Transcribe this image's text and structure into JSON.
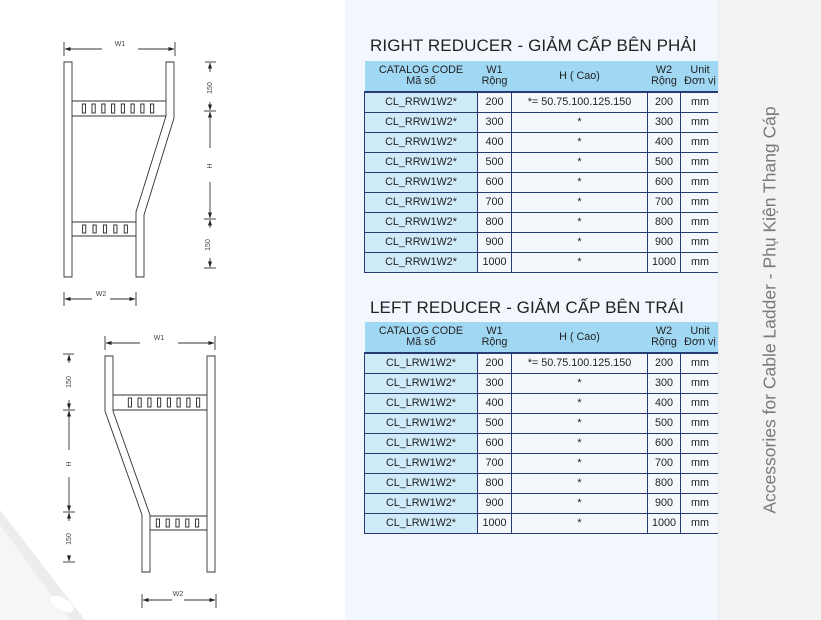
{
  "sidebar": {
    "title": "Accessories for Cable Ladder - Phụ Kiện Thang Cáp"
  },
  "colors": {
    "header_bg": "#a0d8f4",
    "code_cell_bg": "#cfeaf9",
    "cell_bg": "#f4f8fc",
    "table_border": "#273c73",
    "mid_panel_bg": "#f1f7fc",
    "side_panel_bg": "#f2f3f3",
    "side_text": "#7a7a7a"
  },
  "drawings": {
    "right_reducer": {
      "w1_label": "W1",
      "w2_label": "W2",
      "h_label": "H",
      "top_dim_label": "150",
      "bottom_dim_label": "150",
      "top_rung_slots": 8,
      "bottom_rung_slots": 5
    },
    "left_reducer": {
      "w1_label": "W1",
      "w2_label": "W2",
      "h_label": "H",
      "top_dim_label": "150",
      "bottom_dim_label": "150",
      "top_rung_slots": 8,
      "bottom_rung_slots": 5
    }
  },
  "right_reducer": {
    "title": "RIGHT REDUCER - GIẢM CẤP BÊN PHẢI",
    "headers": [
      {
        "line1": "CATALOG CODE",
        "line2": "Mã số"
      },
      {
        "line1": "W1",
        "line2": "Rộng"
      },
      {
        "line1": "H ( Cao)",
        "line2": ""
      },
      {
        "line1": "W2",
        "line2": "Rộng"
      },
      {
        "line1": "Unit",
        "line2": "Đơn vị"
      }
    ],
    "rows": [
      [
        "CL_RRW1W2*",
        "200",
        "*= 50.75.100.125.150",
        "200",
        "mm"
      ],
      [
        "CL_RRW1W2*",
        "300",
        "*",
        "300",
        "mm"
      ],
      [
        "CL_RRW1W2*",
        "400",
        "*",
        "400",
        "mm"
      ],
      [
        "CL_RRW1W2*",
        "500",
        "*",
        "500",
        "mm"
      ],
      [
        "CL_RRW1W2*",
        "600",
        "*",
        "600",
        "mm"
      ],
      [
        "CL_RRW1W2*",
        "700",
        "*",
        "700",
        "mm"
      ],
      [
        "CL_RRW1W2*",
        "800",
        "*",
        "800",
        "mm"
      ],
      [
        "CL_RRW1W2*",
        "900",
        "*",
        "900",
        "mm"
      ],
      [
        "CL_RRW1W2*",
        "1000",
        "*",
        "1000",
        "mm"
      ]
    ]
  },
  "left_reducer": {
    "title": "LEFT REDUCER - GIẢM CẤP BÊN TRÁI",
    "headers": [
      {
        "line1": "CATALOG CODE",
        "line2": "Mã số"
      },
      {
        "line1": "W1",
        "line2": "Rộng"
      },
      {
        "line1": "H ( Cao)",
        "line2": ""
      },
      {
        "line1": "W2",
        "line2": "Rộng"
      },
      {
        "line1": "Unit",
        "line2": "Đơn vị"
      }
    ],
    "rows": [
      [
        "CL_LRW1W2*",
        "200",
        "*= 50.75.100.125.150",
        "200",
        "mm"
      ],
      [
        "CL_LRW1W2*",
        "300",
        "*",
        "300",
        "mm"
      ],
      [
        "CL_LRW1W2*",
        "400",
        "*",
        "400",
        "mm"
      ],
      [
        "CL_LRW1W2*",
        "500",
        "*",
        "500",
        "mm"
      ],
      [
        "CL_LRW1W2*",
        "600",
        "*",
        "600",
        "mm"
      ],
      [
        "CL_LRW1W2*",
        "700",
        "*",
        "700",
        "mm"
      ],
      [
        "CL_LRW1W2*",
        "800",
        "*",
        "800",
        "mm"
      ],
      [
        "CL_LRW1W2*",
        "900",
        "*",
        "900",
        "mm"
      ],
      [
        "CL_LRW1W2*",
        "1000",
        "*",
        "1000",
        "mm"
      ]
    ]
  }
}
